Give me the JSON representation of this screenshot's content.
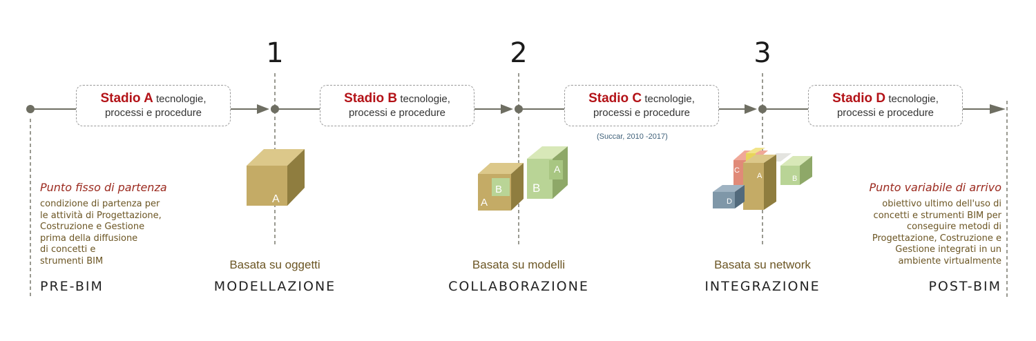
{
  "stage_numbers": [
    "1",
    "2",
    "3"
  ],
  "stadi": [
    {
      "name": "Stadio A",
      "line1": "tecnologie,",
      "line2": "processi e procedure"
    },
    {
      "name": "Stadio B",
      "line1": "tecnologie,",
      "line2": "processi e procedure"
    },
    {
      "name": "Stadio C",
      "line1": "tecnologie,",
      "line2": "processi e procedure"
    },
    {
      "name": "Stadio D",
      "line1": "tecnologie,",
      "line2": "processi e procedure"
    }
  ],
  "reference": "(Succar, 2010 -2017)",
  "start": {
    "title": "Punto fisso di partenza",
    "desc": [
      "condizione di partenza per",
      "le attività di Progettazione,",
      "Costruzione e Gestione",
      "prima della diffusione",
      "di concetti e",
      "strumenti BIM"
    ],
    "phase": "PRE-BIM"
  },
  "end": {
    "title": "Punto variabile di arrivo",
    "desc": [
      "obiettivo ultimo dell'uso di",
      "concetti e strumenti BIM  per",
      "conseguire metodi di",
      "Progettazione, Costruzione e",
      "Gestione integrati in un",
      "ambiente virtualmente"
    ],
    "phase": "POST-BIM"
  },
  "stages": [
    {
      "basis": "Basata su oggetti",
      "phase": "MODELLAZIONE"
    },
    {
      "basis": "Basata su modelli",
      "phase": "COLLABORAZIONE"
    },
    {
      "basis": "Basata su network",
      "phase": "INTEGRAZIONE"
    }
  ],
  "cube_letters": {
    "a": "A",
    "b": "B",
    "c": "C",
    "d": "D"
  },
  "colors": {
    "line": "#6e6e62",
    "stadio_name": "#b31217",
    "basis_text": "#6b5523",
    "side_title": "#9b2a1f",
    "reference": "#3d5f78"
  }
}
